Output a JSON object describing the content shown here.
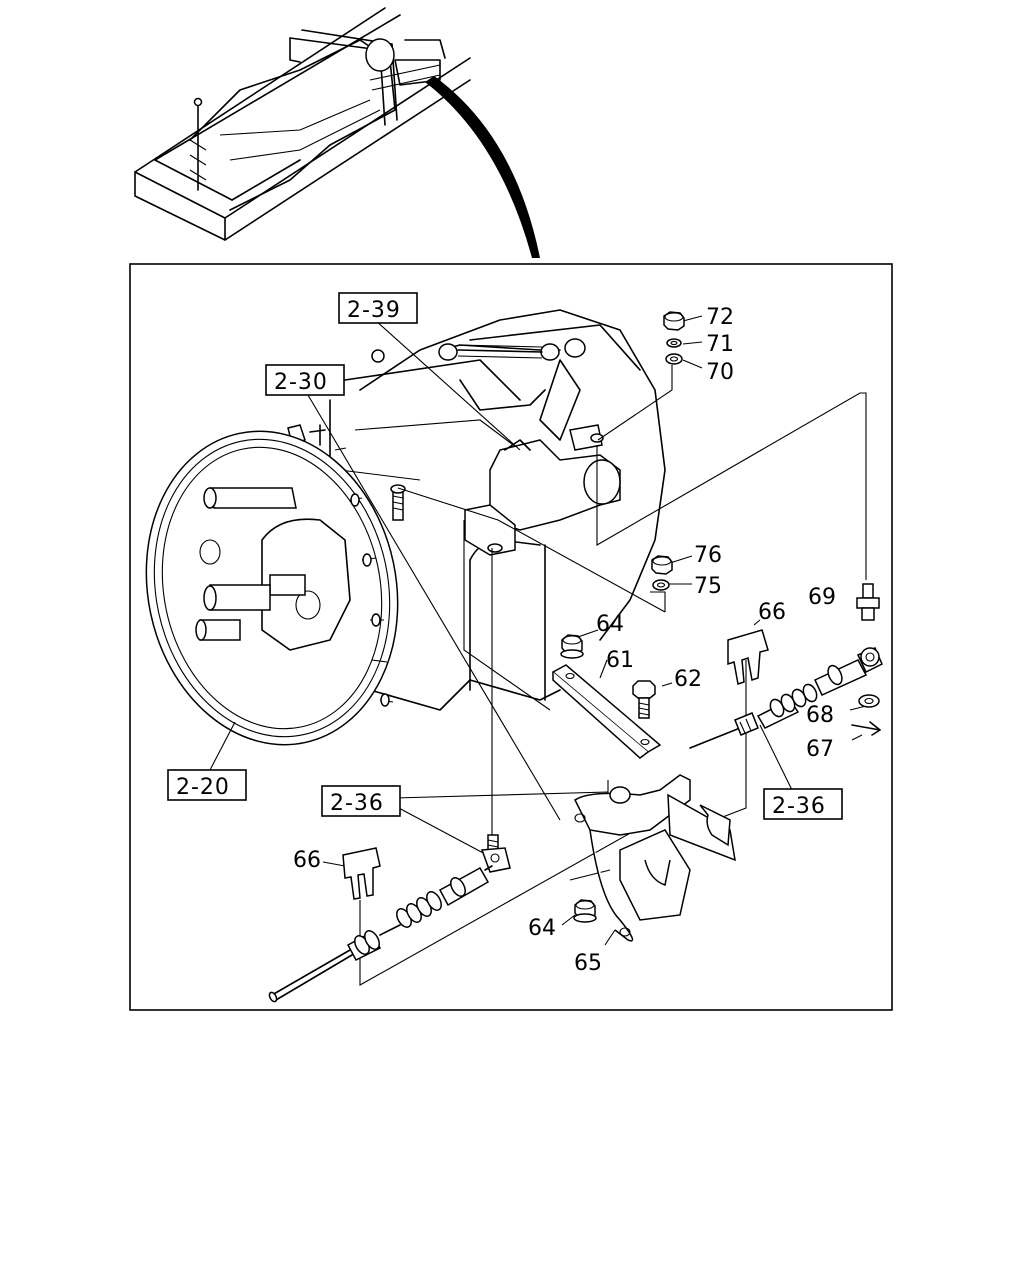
{
  "refs": {
    "r1": "2-39",
    "r2": "2-30",
    "r3": "2-20",
    "r4": "2-36",
    "r5": "2-36"
  },
  "parts": {
    "p72": "72",
    "p71": "71",
    "p70": "70",
    "p76": "76",
    "p75": "75",
    "p69": "69",
    "p66a": "66",
    "p64a": "64",
    "p61": "61",
    "p62": "62",
    "p68": "68",
    "p67": "67",
    "p66b": "66",
    "p64b": "64",
    "p65": "65"
  }
}
